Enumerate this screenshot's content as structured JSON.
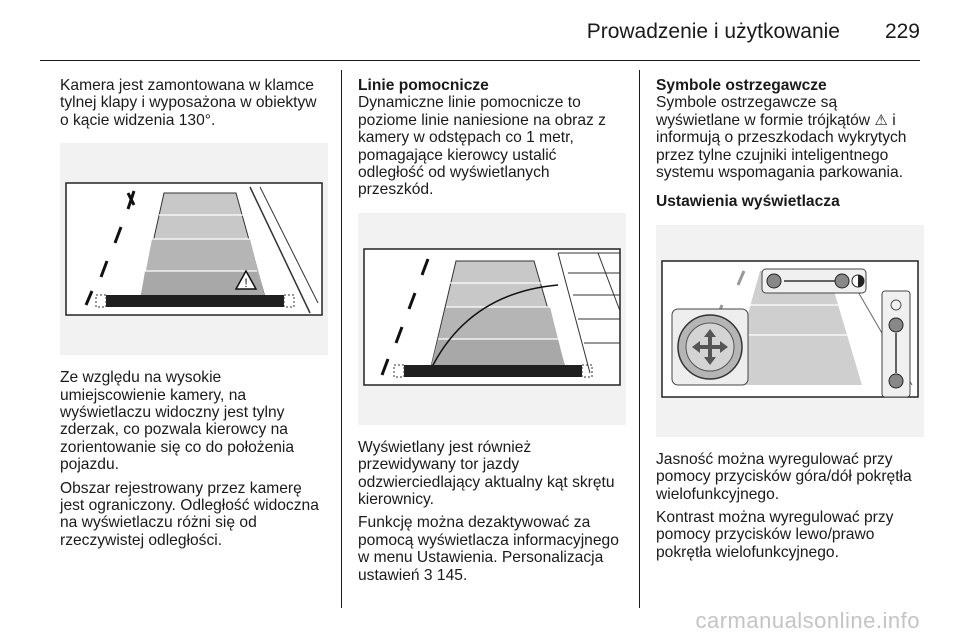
{
  "header": {
    "title": "Prowadzenie i użytkowanie",
    "page_number": "229"
  },
  "col1": {
    "intro": "Kamera jest zamontowana w klamce tylnej klapy i wyposażona w obiektyw o kącie widzenia 130°.",
    "para1": "Ze względu na wysokie umiejscowienie kamery, na wyświetlaczu widoczny jest tylny zderzak, co pozwala kierowcy na zorientowanie się co do położenia pojazdu.",
    "para2": "Obszar rejestrowany przez kamerę jest ograniczony. Odległość widoczna na wyświetlaczu różni się od rzeczywistej odległości."
  },
  "col2": {
    "heading": "Linie pomocnicze",
    "para1": "Dynamiczne linie pomocnicze to poziome linie naniesione na obraz z kamery w odstępach co 1 metr, pomagające kierowcy ustalić odległość od wyświetlanych przeszkód.",
    "para2": "Wyświetlany jest również przewidywany tor jazdy odzwierciedlający aktualny kąt skrętu kierownicy.",
    "para3_text": "Funkcję można dezaktywować za pomocą wyświetlacza informacyjnego w menu Ustawienia. Personalizacja ustawień",
    "para3_ref_symbol": "3",
    "para3_ref_page": "145."
  },
  "col3": {
    "heading1": "Symbole ostrzegawcze",
    "para1_a": "Symbole ostrzegawcze są wyświetlane w formie trójkątów",
    "warning_symbol": "⚠",
    "para1_b": "i informują o przeszkodach wykrytych przez tylne czujniki inteligentnego systemu wspomagania parkowania.",
    "heading2": "Ustawienia wyświetlacza",
    "para2": "Jasność można wyregulować przy pomocy przycisków góra/dół pokrętła wielofunkcyjnego.",
    "para3": "Kontrast można wyregulować przy pomocy przycisków lewo/prawo pokrętła wielofunkcyjnego."
  },
  "watermark": "carmanualsonline.info"
}
